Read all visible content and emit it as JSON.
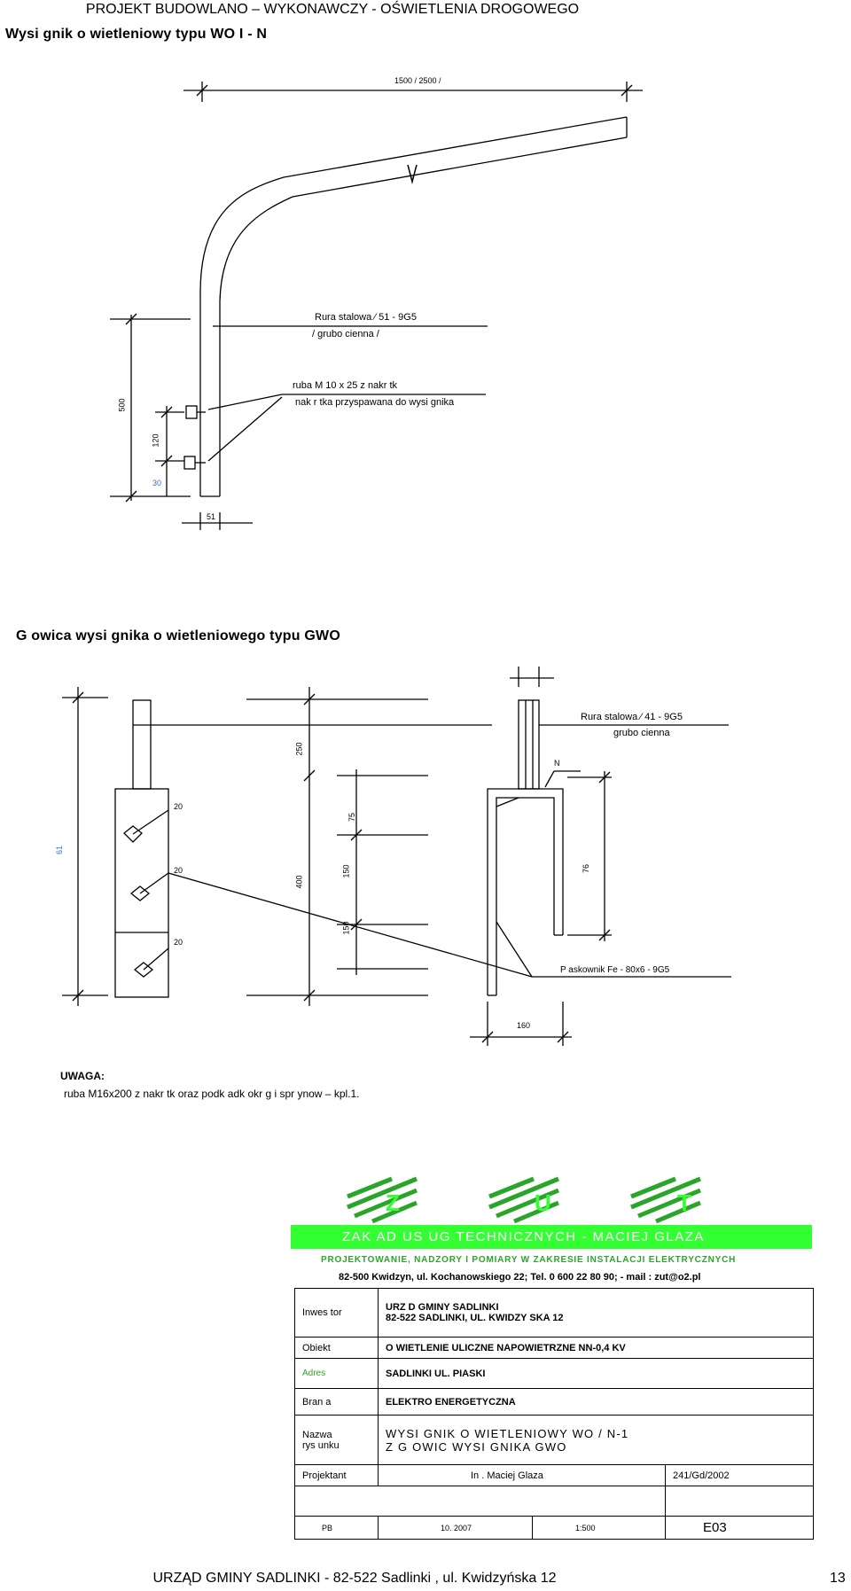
{
  "header": {
    "title": "PROJEKT  BUDOWLANO – WYKONAWCZY - OŚWIETLENIA DROGOWEGO"
  },
  "section1": {
    "title": "Wysi gnik o wietleniowy typu WO I -  N",
    "dim_top": "1500 / 2500 /",
    "label_pipe": "Rura stalowa  ⁄ 51 - 9G5",
    "label_pipe_sub": "/ grubo cienna /",
    "label_bolt": "ruba M 10 x 25 z nakr tk",
    "label_bolt_sub": "nak r tka przyspawana do wysi gnika",
    "dim_500": "500",
    "dim_120": "120",
    "dim_30": "30",
    "dim_51": "51"
  },
  "section2": {
    "title": "G owica wysi gnika o wietleniowego typu GWO",
    "label_pipe": "Rura stalowa  ⁄ 41 - 9G5",
    "label_pipe_sub": "grubo cienna",
    "label_flat": "P askownik Fe - 80x6        - 9G5",
    "dim_250": "250",
    "dim_400": "400",
    "dim_150a": "150",
    "dim_150b": "150",
    "dim_160": "160",
    "dim_20a": "20",
    "dim_20b": "20",
    "dim_20c": "20",
    "dim_side": "61",
    "dim_mid": "75",
    "dim_right": "76",
    "dim_weld": "N"
  },
  "note": {
    "heading": "UWAGA:",
    "text": "ruba M16x200 z nakr tk  oraz podk adk  okr g  i spr ynow  – kpl.1."
  },
  "company": {
    "logo_letters": [
      "Z",
      "U",
      "T"
    ],
    "name": "ZAK AD  US UG  TECHNICZNYCH  -  MACIEJ GLAZA",
    "services": "PROJEKTOWANIE, NADZORY I POMIARY  W  ZAKRESIE  INSTALACJI  ELEKTRYCZNYCH",
    "address": "82-500  Kwidzyn, ul. Kochanowskiego 22;   Tel.  0 600 22 80 90;   -  mail : zut@o2.pl"
  },
  "title_block": {
    "inwestor_key": "Inwes tor",
    "inwestor_val": "URZ D GMINY SADLINKI",
    "inwestor_val2": "82-522 SADLINKI, UL. KWIDZY SKA 12",
    "obiekt_key": "Obiekt",
    "obiekt_val": "O WIETLENIE ULICZNE NAPOWIETRZNE NN-0,4 KV",
    "adres_key": "Adres",
    "adres_val": "SADLINKI  UL.  PIASKI",
    "branza_key": "Bran a",
    "branza_val": "ELEKTRO ENERGETYCZNA",
    "nazwa_key": "Nazwa",
    "nazwa_key2": "rys unku",
    "nazwa_val": "WYSI GNIK O WIETLENIOWY WO /  N-1",
    "nazwa_val2": "Z G OWIC  WYSI GNIKA  GWO",
    "projektant_key": "Projektant",
    "projektant_val": "In . Maciej Glaza",
    "projektant_num": "241/Gd/2002",
    "stage": "PB",
    "date": "10. 2007",
    "scale": "1:500",
    "drawing_no": "E03"
  },
  "footer": {
    "text": "URZĄD GMINY SADLINKI  -  82-522 Sadlinki , ul. Kwidzyńska 12",
    "page": "13"
  },
  "colors": {
    "brand_green": "#33ff33",
    "dark_green": "#2aa52a",
    "dim_blue": "#3a6fd0"
  }
}
